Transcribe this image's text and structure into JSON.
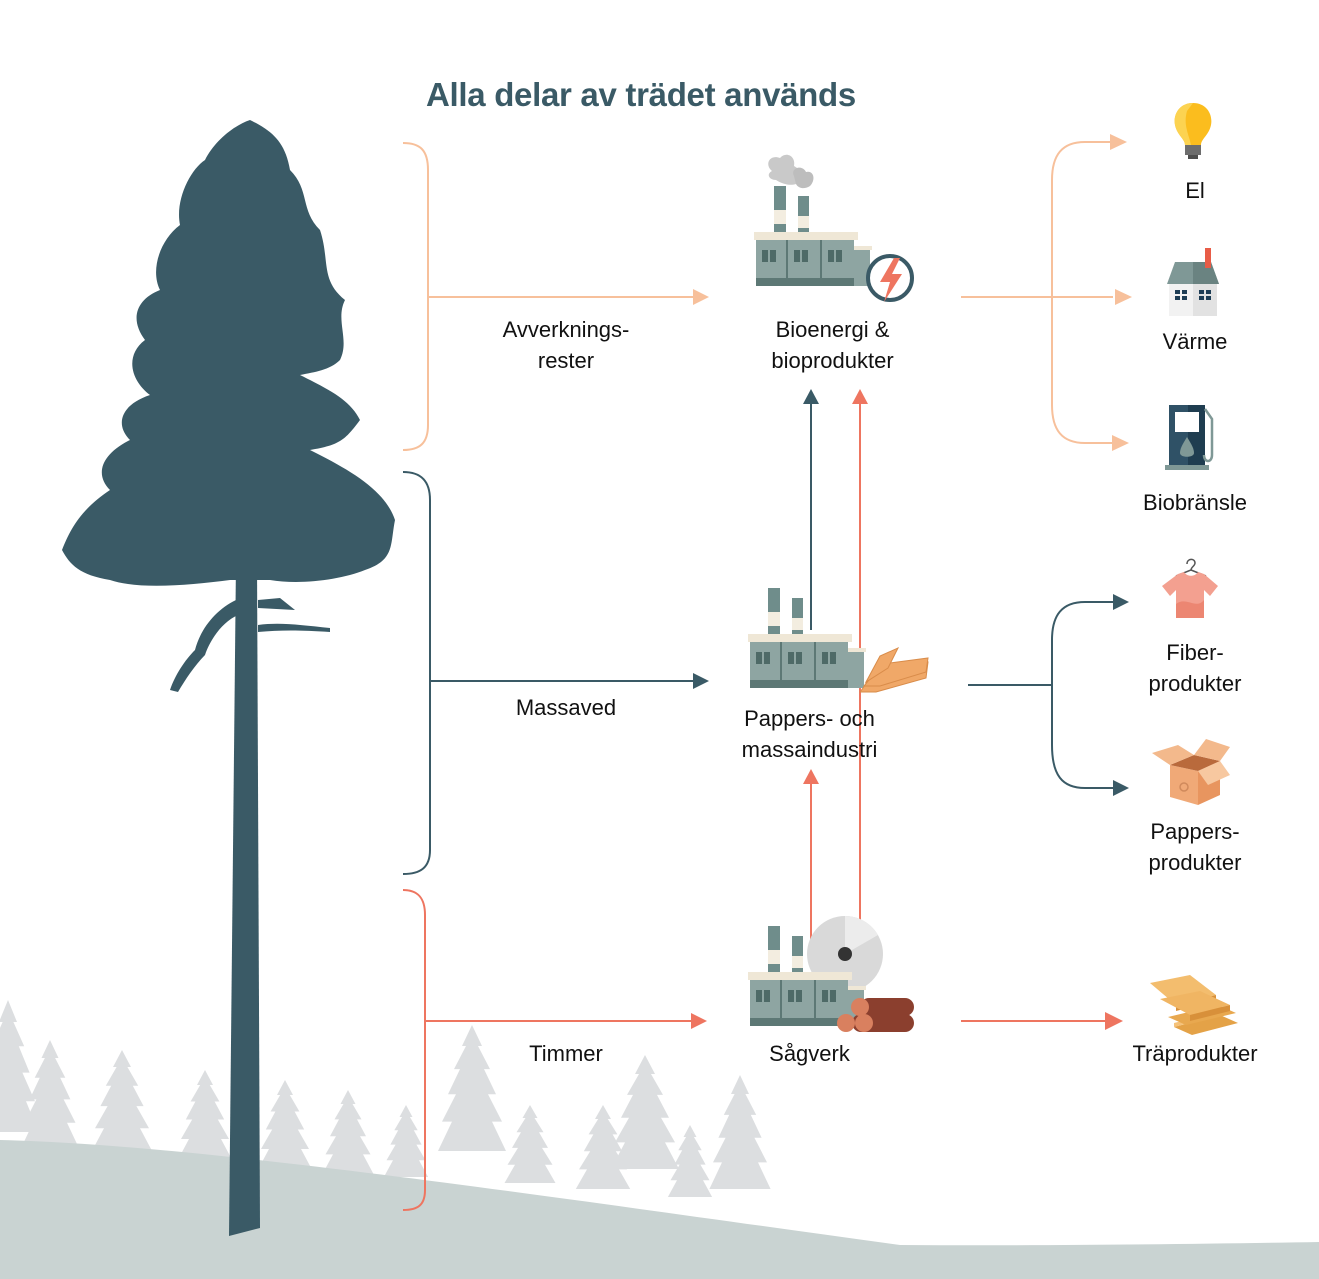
{
  "title": "Alla delar av trädet används",
  "colors": {
    "tree": "#3a5a66",
    "residues": "#f7c09b",
    "pulpwood": "#3a5a66",
    "timber": "#ee7560",
    "ground": "#c9d3d2",
    "forest_bg": "#dcdee0",
    "title": "#3a5a66"
  },
  "raw_materials": [
    {
      "id": "avverkningsrester",
      "label": "Avverknings-\nrester"
    },
    {
      "id": "massaved",
      "label": "Massaved"
    },
    {
      "id": "timmer",
      "label": "Timmer"
    }
  ],
  "industries": [
    {
      "id": "bioenergi",
      "label": "Bioenergi &\nbioprodukter",
      "icon": "power-plant-icon"
    },
    {
      "id": "pappersindustri",
      "label": "Pappers- och\nmassaindustri",
      "icon": "paper-mill-icon"
    },
    {
      "id": "sagverk",
      "label": "Sågverk",
      "icon": "sawmill-icon"
    }
  ],
  "products": [
    {
      "id": "el",
      "label": "El",
      "icon": "light-bulb-icon"
    },
    {
      "id": "varme",
      "label": "Värme",
      "icon": "house-icon"
    },
    {
      "id": "biobransle",
      "label": "Biobränsle",
      "icon": "fuel-pump-icon"
    },
    {
      "id": "fiber",
      "label": "Fiber-\nprodukter",
      "icon": "t-shirt-icon"
    },
    {
      "id": "papper",
      "label": "Pappers-\nprodukter",
      "icon": "cardboard-box-icon"
    },
    {
      "id": "tra",
      "label": "Träprodukter",
      "icon": "wood-planks-icon"
    }
  ],
  "flows": [
    {
      "from": "avverkningsrester",
      "to": "bioenergi"
    },
    {
      "from": "massaved",
      "to": "pappersindustri"
    },
    {
      "from": "timmer",
      "to": "sagverk"
    },
    {
      "from": "pappersindustri",
      "to": "bioenergi"
    },
    {
      "from": "sagverk",
      "to": "pappersindustri"
    },
    {
      "from": "sagverk",
      "to": "bioenergi"
    },
    {
      "from": "bioenergi",
      "to": "el"
    },
    {
      "from": "bioenergi",
      "to": "varme"
    },
    {
      "from": "bioenergi",
      "to": "biobransle"
    },
    {
      "from": "pappersindustri",
      "to": "fiber"
    },
    {
      "from": "pappersindustri",
      "to": "papper"
    },
    {
      "from": "sagverk",
      "to": "tra"
    }
  ]
}
